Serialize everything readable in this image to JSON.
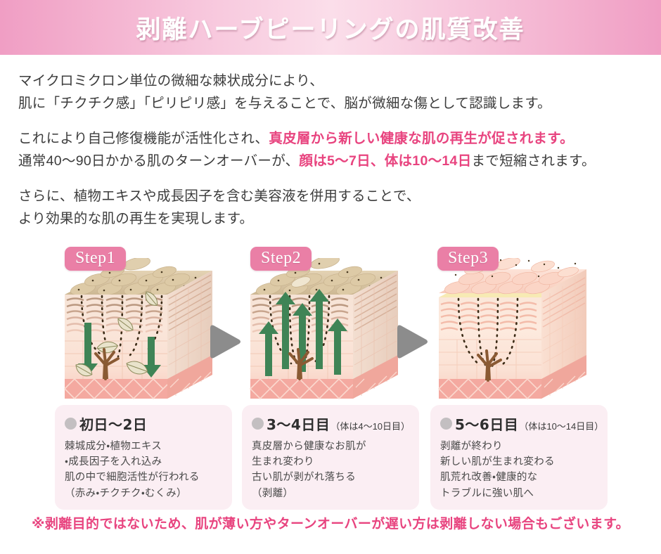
{
  "header": {
    "title": "剥離ハーブピーリングの肌質改善",
    "gradient_from": "#f09ec4",
    "gradient_mid": "#fbdeea"
  },
  "intro": {
    "p1_line1": "マイクロミクロン単位の微細な棘状成分により、",
    "p1_line2": "肌に「チクチク感」「ピリピリ感」を与えることで、脳が微細な傷として認識します。",
    "p2_line1_plain": "これにより自己修復機能が活性化され、",
    "p2_line1_hl": "真皮層から新しい健康な肌の再生が促されます。",
    "p2_line2_plain_a": "通常40〜90日かかる肌のターンオーバーが、",
    "p2_line2_hl": "顔は5〜7日、体は10〜14日",
    "p2_line2_plain_b": "まで短縮されます。",
    "p3_line1": "さらに、植物エキスや成長因子を含む美容液を併用することで、",
    "p3_line2": "より効果的な肌の再生を実現します。",
    "highlight_color": "#e8447f"
  },
  "steps": [
    {
      "badge": "Step1",
      "badge_color": "#ea7fa6",
      "icon": "skin-cross-section-penetration"
    },
    {
      "badge": "Step2",
      "badge_color": "#ea7fa6",
      "icon": "skin-cross-section-regeneration"
    },
    {
      "badge": "Step3",
      "badge_color": "#ea7fa6",
      "icon": "skin-cross-section-peeling"
    }
  ],
  "separators": [
    {
      "icon": "right-triangle-arrow",
      "color": "#8c8c8c"
    },
    {
      "icon": "right-triangle-arrow",
      "color": "#8c8c8c"
    }
  ],
  "cards": [
    {
      "bullet_color": "#c3bfc1",
      "title": "初日〜2日",
      "subtitle": "",
      "lines": [
        "棘城成分・植物エキス",
        "・成長因子を入れ込み",
        "肌の中で細胞活性が行われる",
        "（赤み・チクチク・むくみ）"
      ]
    },
    {
      "bullet_color": "#c3bfc1",
      "title": "3〜4日目",
      "subtitle": "（体は4〜10日目）",
      "lines": [
        "真皮層から健康なお肌が",
        "生まれ変わり",
        "古い肌が剥がれ落ちる",
        "（剥離）"
      ]
    },
    {
      "bullet_color": "#c3bfc1",
      "title": "5〜6日目",
      "subtitle": "（体は10〜14日目）",
      "lines": [
        "剥離が終わり",
        "新しい肌が生まれ変わる",
        "肌荒れ改善・健康的な",
        "トラブルに強い肌へ"
      ]
    }
  ],
  "footnote": {
    "text": "※剥離目的ではないため、肌が薄い方やターンオーバーが遅い方は剥離しない場合もございます。",
    "color": "#e8447f"
  }
}
